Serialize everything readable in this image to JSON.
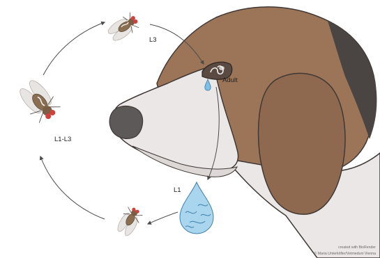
{
  "labels": {
    "l3": "L3",
    "adult": "Adult",
    "l1_l3": "L1-L3",
    "l1": "L1"
  },
  "credits": {
    "line1": "created with BioRender",
    "line2": "© Maria Unterköfler/Vetmeduni Vienna"
  },
  "colors": {
    "dog_brown": "#9c7558",
    "dog_dark": "#4a4442",
    "dog_white": "#ebe7e6",
    "nose": "#5e5959",
    "outline": "#3f3835",
    "fly_body": "#8a6e52",
    "fly_eye": "#d2403d",
    "tear_blue": "#a9d5ef",
    "arrow": "#4a4a4a"
  }
}
